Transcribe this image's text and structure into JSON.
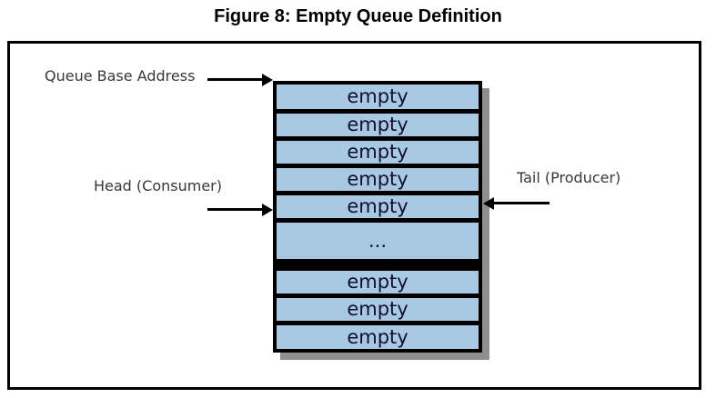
{
  "title": "Figure 8: Empty Queue Definition",
  "labels": {
    "queue_base_address": "Queue Base Address",
    "head": "Head (Consumer)",
    "tail": "Tail (Producer)"
  },
  "queue": {
    "cells": [
      {
        "label": "empty"
      },
      {
        "label": "empty"
      },
      {
        "label": "empty"
      },
      {
        "label": "empty"
      },
      {
        "label": "empty"
      },
      {
        "label": "..."
      },
      {
        "label": "empty"
      },
      {
        "label": "empty"
      },
      {
        "label": "empty"
      }
    ]
  },
  "colors": {
    "cell_fill": "#A9C9E2",
    "cell_border": "#000000",
    "queue_shadow": "#8F8F8F",
    "cell_text": "#0F1030",
    "label_text": "#383838",
    "title_text": "#000000",
    "frame_border": "#000000"
  }
}
